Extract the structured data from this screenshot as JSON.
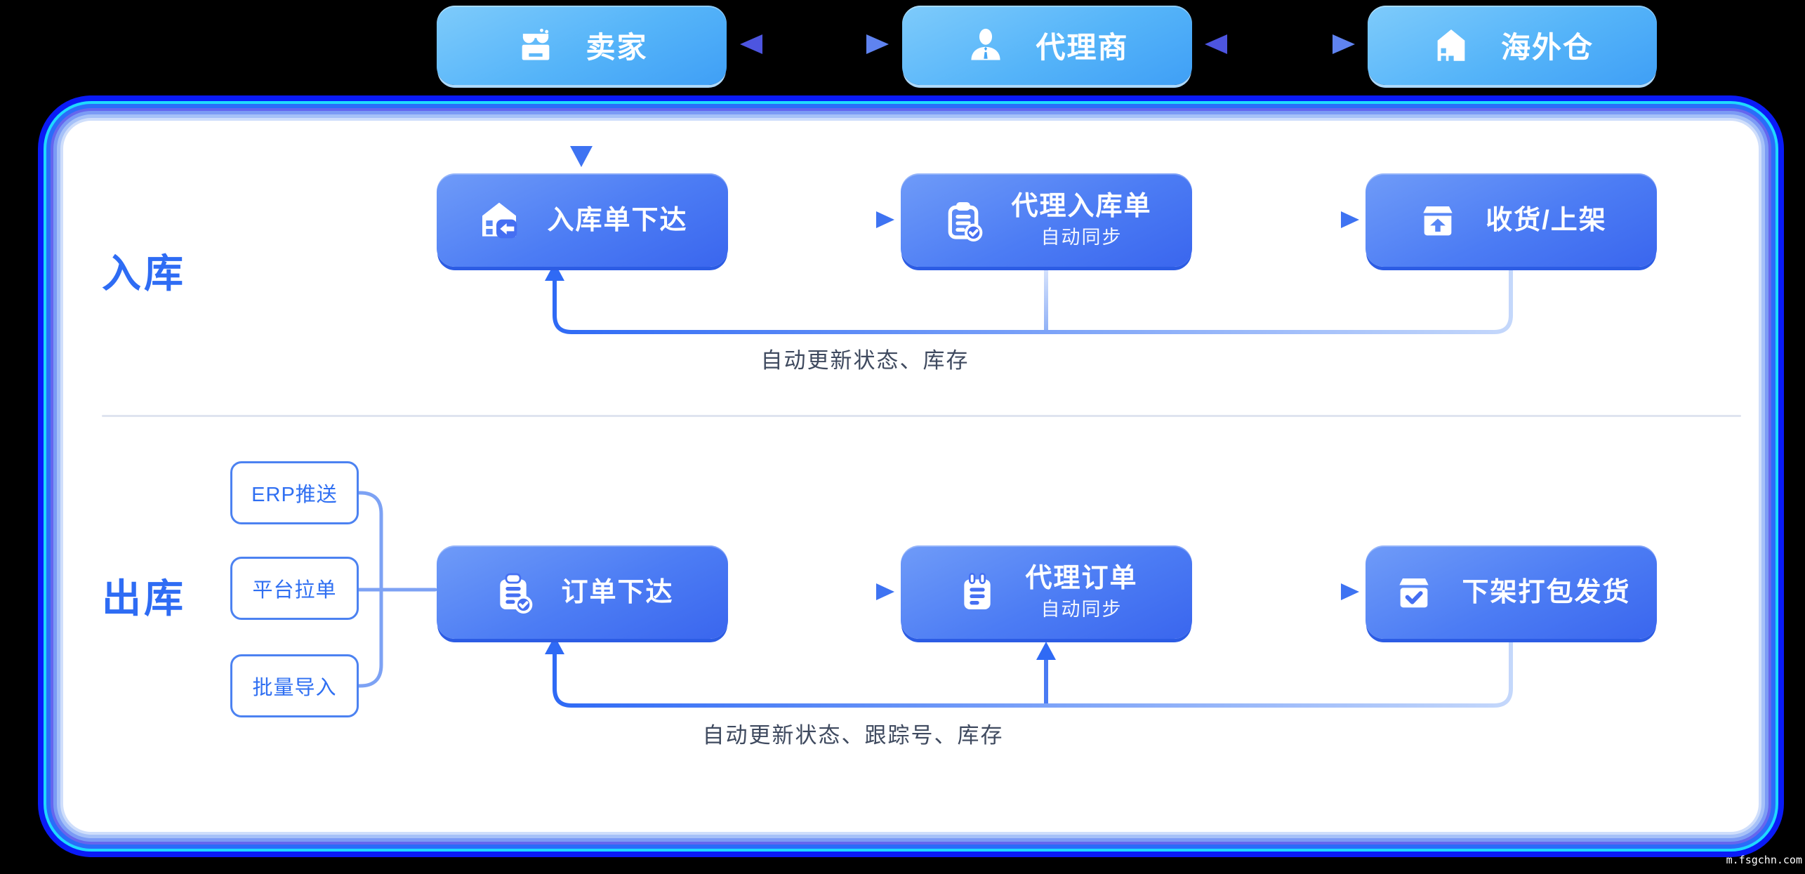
{
  "top_nodes": [
    {
      "label": "卖家",
      "icon": "storefront-icon"
    },
    {
      "label": "代理商",
      "icon": "agent-person-icon"
    },
    {
      "label": "海外仓",
      "icon": "overseas-warehouse-icon"
    }
  ],
  "inbound": {
    "section_label": "入库",
    "steps": [
      {
        "title": "入库单下达",
        "icon": "warehouse-in-icon"
      },
      {
        "title": "代理入库单",
        "subtitle": "自动同步",
        "icon": "clipboard-check-icon"
      },
      {
        "title": "收货/上架",
        "icon": "box-arrow-up-icon"
      }
    ],
    "loop_label": "自动更新状态、库存"
  },
  "outbound": {
    "section_label": "出库",
    "sources": [
      {
        "label": "ERP推送"
      },
      {
        "label": "平台拉单"
      },
      {
        "label": "批量导入"
      }
    ],
    "steps": [
      {
        "title": "订单下达",
        "icon": "clipboard-check-icon"
      },
      {
        "title": "代理订单",
        "subtitle": "自动同步",
        "icon": "notepad-icon"
      },
      {
        "title": "下架打包发货",
        "icon": "box-check-icon"
      }
    ],
    "loop_label": "自动更新状态、跟踪号、库存"
  },
  "colors": {
    "accent_blue": "#2e6cf4",
    "ring_cyan": "#1fd9fe",
    "ring_outer_blue": "#0a1bf7",
    "node_flow_blue": "#3a66ee",
    "node_top_sky": "#4aa9f6",
    "loop_text": "#3f4a5f"
  },
  "watermark": "m.fsgchn.com"
}
